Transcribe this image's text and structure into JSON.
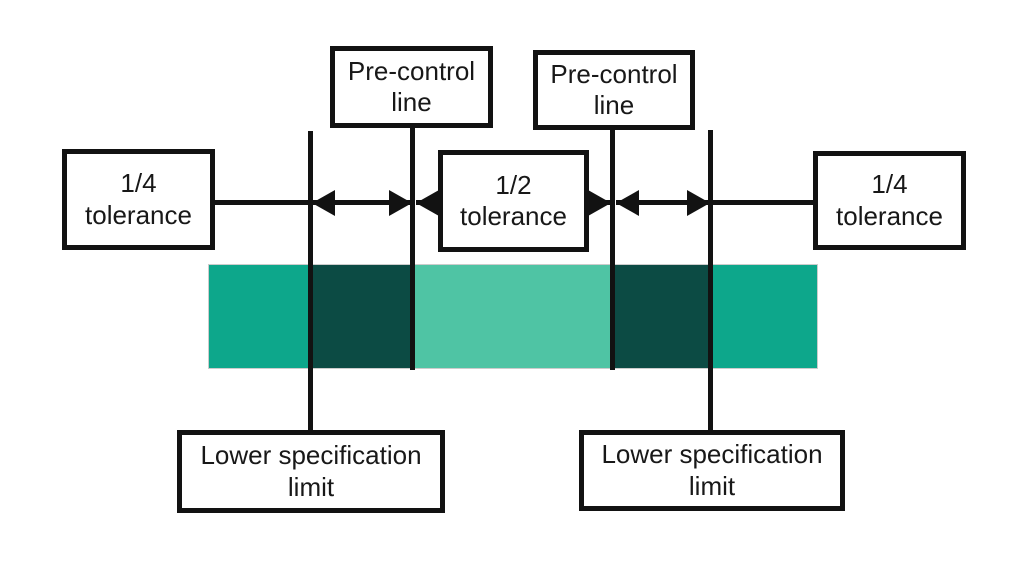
{
  "diagram": {
    "background": "#ffffff",
    "stroke_color": "#121212",
    "bar_border_color": "#cccccc"
  },
  "labels": {
    "quarter_left": {
      "line1": "1/4",
      "line2": "tolerance"
    },
    "precontrol_left": {
      "line1": "Pre-control",
      "line2": "line"
    },
    "half_center": {
      "line1": "1/2",
      "line2": "tolerance"
    },
    "precontrol_right": {
      "line1": "Pre-control",
      "line2": "line"
    },
    "quarter_right": {
      "line1": "1/4",
      "line2": "tolerance"
    },
    "lsl_left": {
      "line1": "Lower specification",
      "line2": "limit"
    },
    "lsl_right": {
      "line1": "Lower specification",
      "line2": "limit"
    }
  },
  "bar_segments": [
    {
      "name": "outer-left",
      "color": "#0da78b",
      "width": 101
    },
    {
      "name": "quarter-zone-left",
      "color": "#0c4b44",
      "width": 105
    },
    {
      "name": "half-zone-center",
      "color": "#4fc4a4",
      "width": 198
    },
    {
      "name": "quarter-zone-right",
      "color": "#0c4b44",
      "width": 98
    },
    {
      "name": "outer-right",
      "color": "#0da78b",
      "width": 106
    }
  ]
}
